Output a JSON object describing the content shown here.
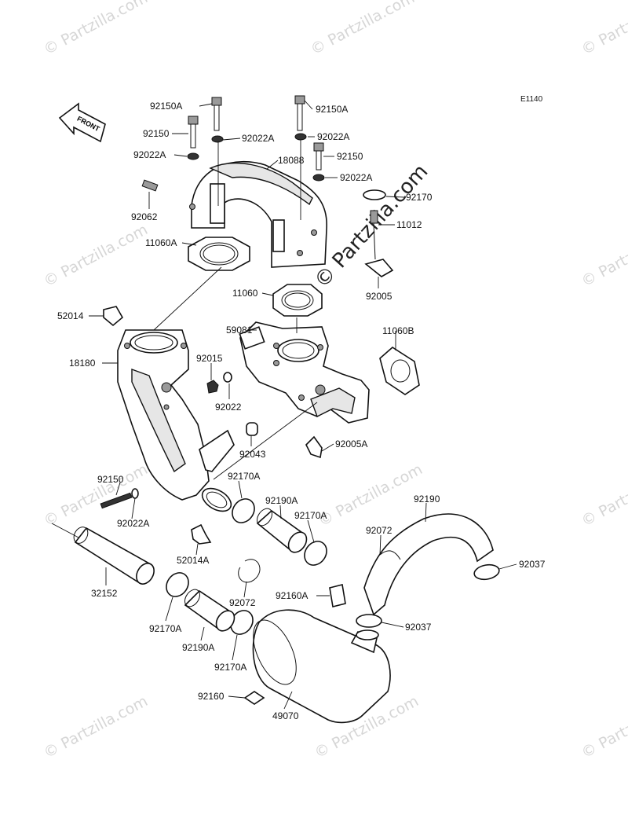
{
  "diagram": {
    "code": "E1140",
    "front_label": "FRONT",
    "watermark_small": "© Partzilla.com",
    "watermark_big": "© Partzilla.com",
    "labels": {
      "p92150A_a": "92150A",
      "p92150A_b": "92150A",
      "p92150_a": "92150",
      "p92022A_a": "92022A",
      "p92022A_b": "92022A",
      "p92022A_c": "92022A",
      "p92150_b": "92150",
      "p18088": "18088",
      "p92022A_d": "92022A",
      "p92170": "92170",
      "p92062": "92062",
      "p11012": "11012",
      "p11060A": "11060A",
      "p92005": "92005",
      "p11060": "11060",
      "p52014": "52014",
      "p59081": "59081",
      "p11060B": "11060B",
      "p18180": "18180",
      "p92015": "92015",
      "p92022": "92022",
      "p92043": "92043",
      "p92005A": "92005A",
      "p92150_c": "92150",
      "p92170A_a": "92170A",
      "p92190A_a": "92190A",
      "p92190": "92190",
      "p92022A_e": "92022A",
      "p92170A_b": "92170A",
      "p92072_a": "92072",
      "p52014A": "52014A",
      "p92037_a": "92037",
      "p32152": "32152",
      "p92072_b": "92072",
      "p92160A": "92160A",
      "p92170A_c": "92170A",
      "p92037_b": "92037",
      "p92190A_b": "92190A",
      "p92170A_d": "92170A",
      "p92160": "92160",
      "p49070": "49070"
    }
  }
}
